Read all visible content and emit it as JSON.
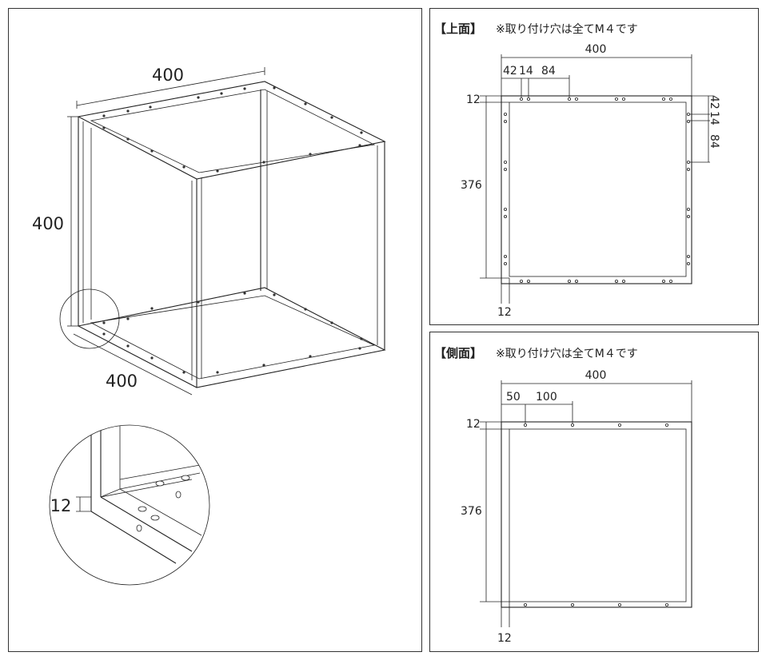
{
  "iso": {
    "width_label": "400",
    "height_label": "400",
    "depth_label": "400"
  },
  "detail": {
    "frame_label": "12"
  },
  "top_view": {
    "heading": "【上面】",
    "note": "※取り付け穴は全てM４です",
    "width_label": "400",
    "hole_top_a": "42",
    "hole_top_b": "14",
    "hole_top_c": "84",
    "frame_top": "12",
    "inner_height": "376",
    "frame_bottom": "12",
    "hole_right_a": "42",
    "hole_right_b": "14",
    "hole_right_c": "84"
  },
  "side_view": {
    "heading": "【側面】",
    "note": "※取り付け穴は全てM４です",
    "width_label": "400",
    "hole_a": "50",
    "hole_b": "100",
    "frame_top": "12",
    "inner_height": "376",
    "frame_bottom": "12"
  }
}
